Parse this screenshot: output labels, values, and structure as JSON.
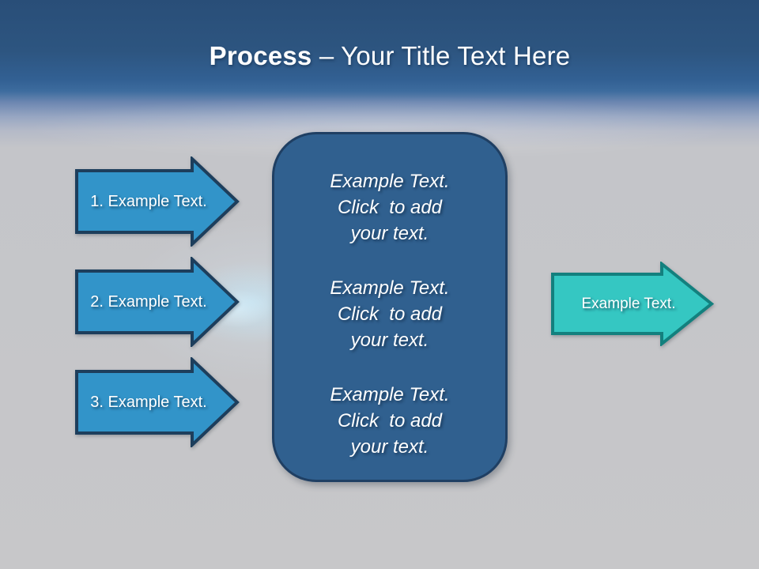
{
  "title": {
    "bold": "Process",
    "rest": " – Your Title Text Here"
  },
  "left_arrows": [
    {
      "label": "1. Example Text."
    },
    {
      "label": "2. Example Text."
    },
    {
      "label": "3. Example Text."
    }
  ],
  "center_panel": {
    "paragraphs": [
      "Example Text.\nClick  to add\nyour text.",
      "Example Text.\nClick  to add\nyour text.",
      "Example Text.\nClick  to add\nyour text."
    ]
  },
  "right_arrow": {
    "label": "Example Text."
  },
  "colors": {
    "header_blue": "#2d5580",
    "background_gray": "#c6c7c9",
    "step_arrow_fill": "#3294c9",
    "step_arrow_border": "#1d3e5c",
    "result_arrow_fill": "#35c7c2",
    "result_arrow_border": "#13807e",
    "panel_fill": "#30608f",
    "panel_border": "#1f3f63",
    "title_text": "#ffffff"
  }
}
